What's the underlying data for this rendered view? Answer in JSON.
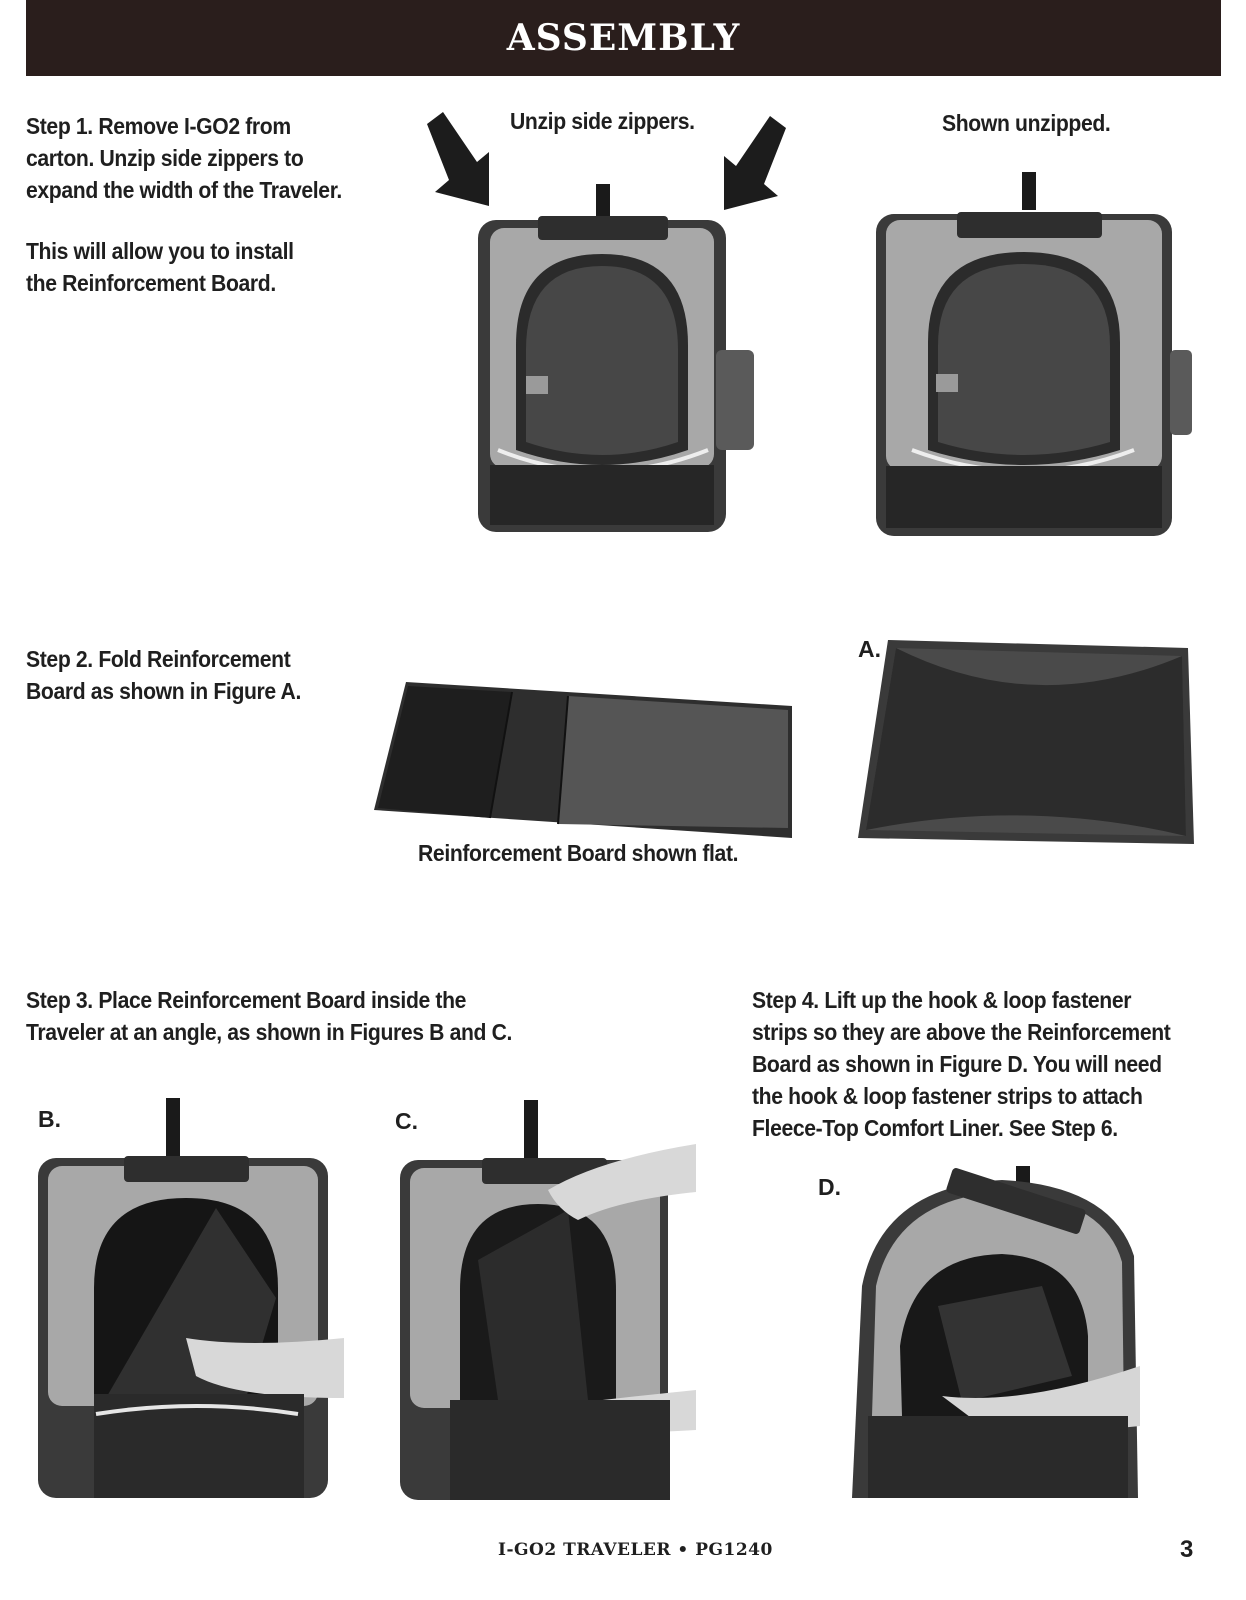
{
  "header": {
    "title": "ASSEMBLY"
  },
  "step1": {
    "text": "Step 1. Remove I-GO2 from carton. Unzip side zippers to expand the width of the Traveler.",
    "note": "This will allow you to install the Reinforcement Board.",
    "caption_unzip": "Unzip side zippers.",
    "caption_unzipped": "Shown unzipped."
  },
  "step2": {
    "text": "Step 2. Fold Reinforcement Board as shown in Figure A.",
    "caption_flat": "Reinforcement Board shown flat.",
    "figure_label": "A."
  },
  "step3": {
    "text": "Step 3. Place Reinforcement Board inside the Traveler at an angle, as shown in Figures B and C.",
    "figure_b": "B.",
    "figure_c": "C."
  },
  "step4": {
    "text": "Step 4. Lift up the hook & loop fastener strips so they are above the Reinforcement Board as shown in Figure D. You will need the hook & loop fastener strips to attach Fleece-Top Comfort Liner. See Step 6.",
    "figure_d": "D."
  },
  "footer": {
    "product": "I-GO2 TRAVELER • PG1240",
    "page": "3"
  },
  "icons": {
    "arrow": "arrow-down-right-icon"
  }
}
